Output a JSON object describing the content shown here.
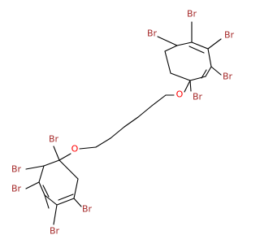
{
  "molecule": {
    "colors": {
      "bond": "#000000",
      "bromine": "#a52a2a",
      "oxygen": "#ff0000"
    },
    "atom_labels": {
      "br_top_1": "Br",
      "br_top_2": "Br",
      "br_top_3": "Br",
      "br_top_4": "Br",
      "br_top_5": "Br",
      "o_top": "O",
      "o_bottom": "O",
      "br_bot_1": "Br",
      "br_bot_2": "Br",
      "br_bot_3": "Br",
      "br_bot_4": "Br",
      "br_bot_5": "Br"
    }
  }
}
